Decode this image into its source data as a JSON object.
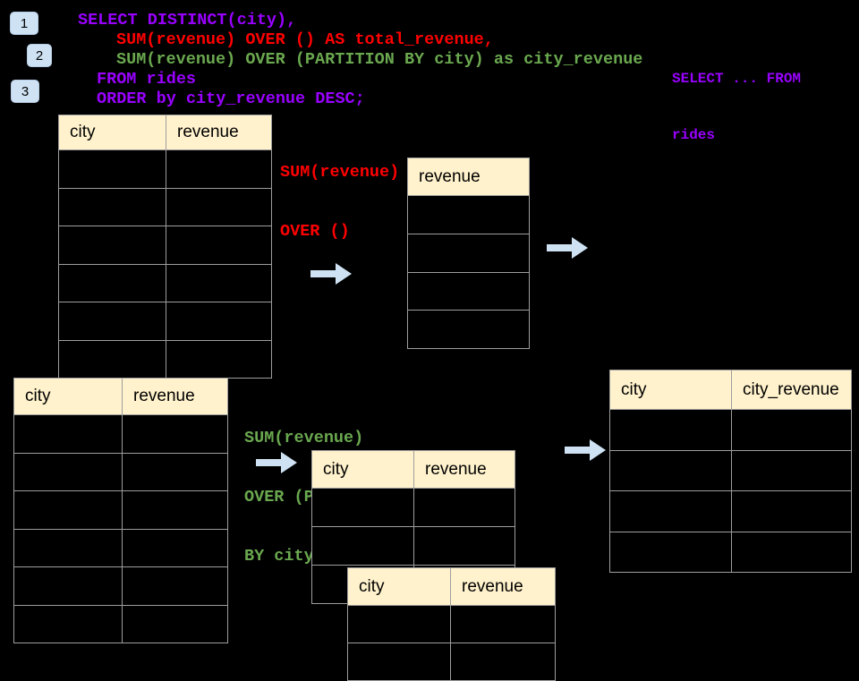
{
  "slide": {
    "badges": [
      {
        "label": "1"
      },
      {
        "label": "2"
      },
      {
        "label": "3"
      }
    ],
    "sql": {
      "line1": "SELECT DISTINCT(city),",
      "line2": "SUM(revenue) OVER () AS total_revenue,",
      "line3": "SUM(revenue) OVER (PARTITION BY city) as city_revenue",
      "line4": "FROM rides",
      "line5": "ORDER by city_revenue DESC;"
    },
    "side_note": {
      "line1": "SELECT ... FROM",
      "line2": "rides"
    },
    "annotation_total": {
      "line1": "SUM(revenue)",
      "line2": "OVER ()"
    },
    "annotation_partition": {
      "line1": "SUM(revenue)",
      "line2": "OVER (PARTITION",
      "line3": "BY city)"
    },
    "tables": {
      "source_top": {
        "headers": [
          "city",
          "revenue"
        ],
        "row_count": 6
      },
      "total_revenue": {
        "headers": [
          "revenue"
        ],
        "row_count": 4
      },
      "source_bottom": {
        "headers": [
          "city",
          "revenue"
        ],
        "row_count": 6
      },
      "partition_back": {
        "headers": [
          "city",
          "revenue"
        ],
        "row_count": 3
      },
      "partition_front": {
        "headers": [
          "city",
          "revenue"
        ],
        "row_count": 2
      },
      "result": {
        "headers": [
          "city",
          "city_revenue"
        ],
        "row_count": 4
      }
    },
    "colors": {
      "background": "#000000",
      "sql_purple": "#9900ff",
      "sql_red": "#ff0000",
      "sql_green": "#6aa84f",
      "table_header_fill": "#fff2cc",
      "table_border": "#9e9e9e",
      "arrow_fill": "#cfe2f3",
      "badge_fill": "#cfe2f3"
    }
  }
}
